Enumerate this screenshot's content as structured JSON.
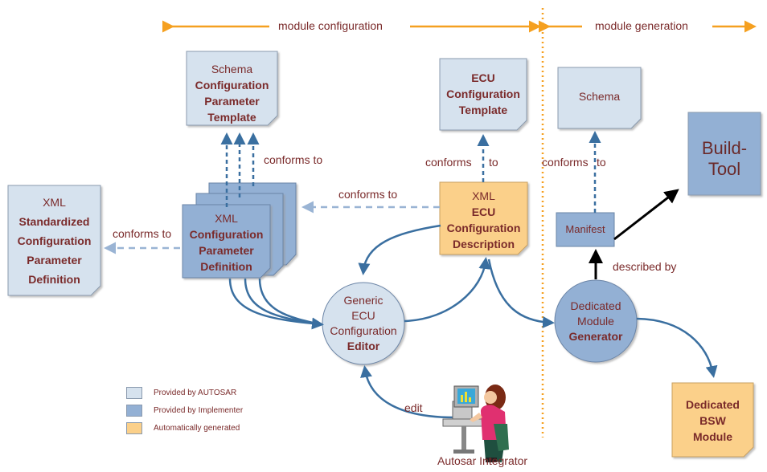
{
  "phases": {
    "configuration": "module configuration",
    "generation": "module generation"
  },
  "docs": {
    "schema_cpt": {
      "line1": "Schema",
      "line2": "Configuration",
      "line3": "Parameter",
      "line4": "Template"
    },
    "ecu_template": {
      "line1": "ECU",
      "line2": "Configuration",
      "line3": "Template"
    },
    "schema": {
      "line1": "Schema"
    },
    "std_param_def": {
      "line1": "XML",
      "line2": "Standardized",
      "line3": "Configuration",
      "line4": "Parameter",
      "line5": "Definition"
    },
    "param_def": {
      "line1": "XML",
      "line2": "Configuration",
      "line3": "Parameter",
      "line4": "Definition"
    },
    "ecu_desc": {
      "line1": "XML",
      "line2": "ECU",
      "line3": "Configuration",
      "line4": "Description"
    },
    "manifest": {
      "line1": "Manifest"
    },
    "build_tool": {
      "line1": "Build-",
      "line2": "Tool"
    },
    "bsw_module": {
      "line1": "Dedicated",
      "line2": "BSW",
      "line3": "Module"
    }
  },
  "circles": {
    "editor": {
      "line1": "Generic",
      "line2": "ECU",
      "line3": "Configuration",
      "line4": "Editor"
    },
    "generator": {
      "line1": "Dedicated",
      "line2": "Module",
      "line3": "Generator"
    }
  },
  "edge_labels": {
    "conforms_1": "conforms to",
    "conforms_2": "conforms to",
    "conforms_3": "conforms to",
    "conforms_4_a": "conforms",
    "conforms_4_b": "to",
    "conforms_5_a": "conforms",
    "conforms_5_b": "to",
    "described_by": "described by",
    "edit": "edit"
  },
  "actor": {
    "label": "Autosar Integrator"
  },
  "legend": {
    "items": [
      {
        "label": "Provided by AUTOSAR",
        "color": "#d6e2ee"
      },
      {
        "label": "Provided by Implementer",
        "color": "#93b0d4"
      },
      {
        "label": "Automatically generated",
        "color": "#fbd08a"
      }
    ]
  },
  "colors": {
    "autosar": "#d6e2ee",
    "implementer": "#93b0d4",
    "generated": "#fbd08a",
    "arrow_blue": "#3a6fa0",
    "arrow_orange": "#f5a020",
    "text": "#7a2a2a"
  }
}
